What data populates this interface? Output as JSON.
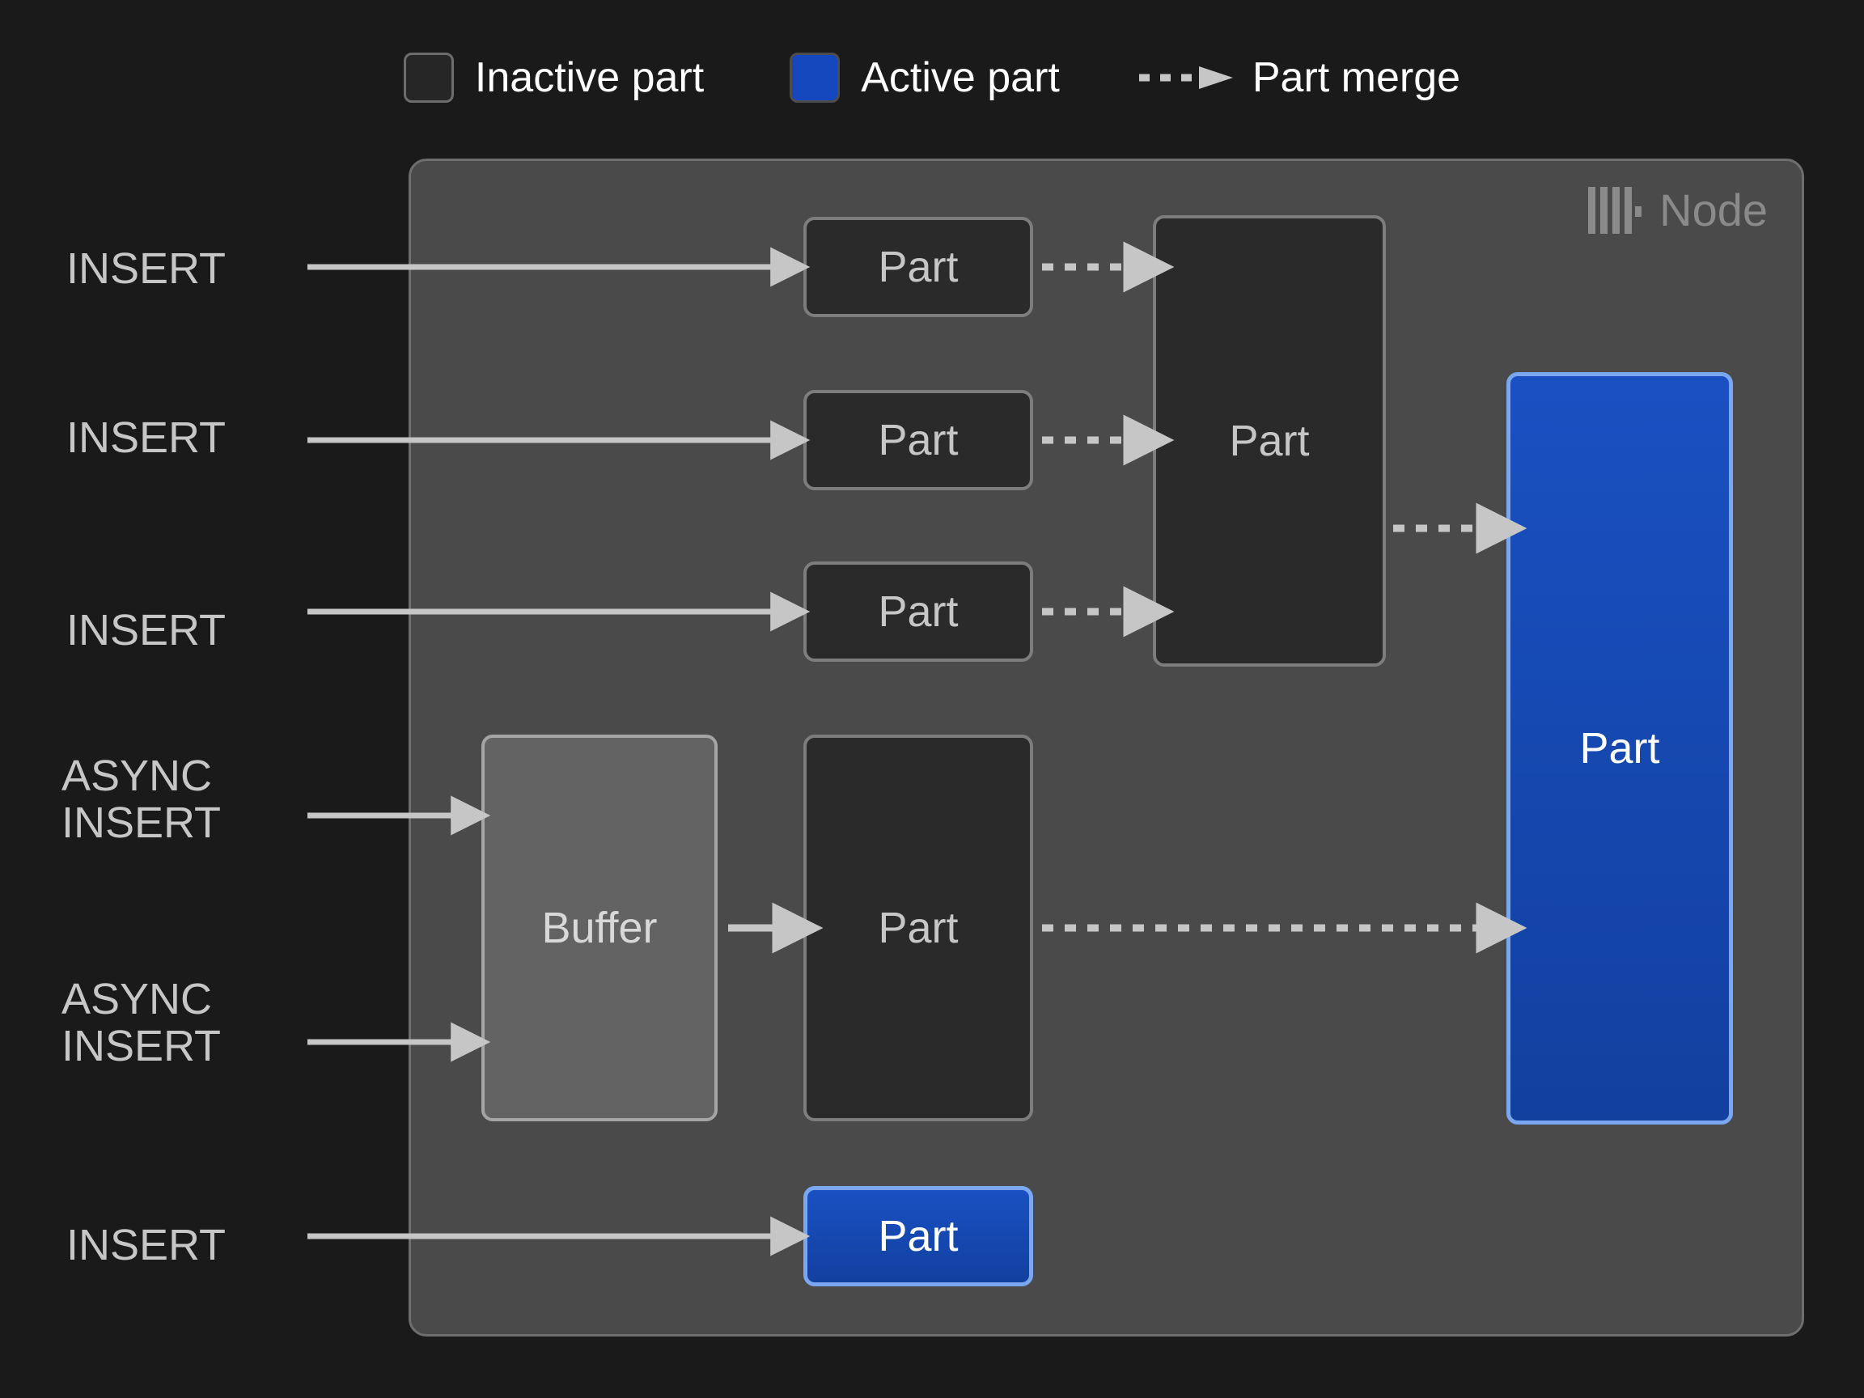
{
  "legend": {
    "items": [
      {
        "icon": "inactive-part-swatch",
        "label": "Inactive part"
      },
      {
        "icon": "active-part-swatch",
        "label": "Active part"
      },
      {
        "icon": "dashed-arrow-icon",
        "label": "Part merge"
      }
    ]
  },
  "node": {
    "label": "Node",
    "logo_icon": "clickhouse-logo-icon"
  },
  "sources": [
    {
      "id": "insert-1",
      "label": "INSERT"
    },
    {
      "id": "insert-2",
      "label": "INSERT"
    },
    {
      "id": "insert-3",
      "label": "INSERT"
    },
    {
      "id": "async-insert-1",
      "label": "ASYNC\nINSERT"
    },
    {
      "id": "async-insert-2",
      "label": "ASYNC\nINSERT"
    },
    {
      "id": "insert-4",
      "label": "INSERT"
    }
  ],
  "boxes": {
    "part_top_1": {
      "label": "Part",
      "state": "inactive"
    },
    "part_top_2": {
      "label": "Part",
      "state": "inactive"
    },
    "part_top_3": {
      "label": "Part",
      "state": "inactive"
    },
    "part_merged": {
      "label": "Part",
      "state": "inactive"
    },
    "buffer": {
      "label": "Buffer",
      "state": "buffer"
    },
    "part_async": {
      "label": "Part",
      "state": "inactive"
    },
    "part_final": {
      "label": "Part",
      "state": "active"
    },
    "part_bottom": {
      "label": "Part",
      "state": "active"
    }
  },
  "colors": {
    "background": "#1a1a1a",
    "node_panel": "#4a4a4a",
    "node_border": "#6e6e6e",
    "inactive_fill": "#2a2a2a",
    "inactive_border": "#7d7d7d",
    "active_fill": "#1548bf",
    "active_border": "#7aa7ef",
    "buffer_fill": "#636363",
    "buffer_border": "#a5a5a5",
    "wire": "#c6c6c6",
    "text_primary": "#ffffff",
    "text_secondary": "#c6c6c6",
    "text_muted": "#8a8a8a"
  }
}
